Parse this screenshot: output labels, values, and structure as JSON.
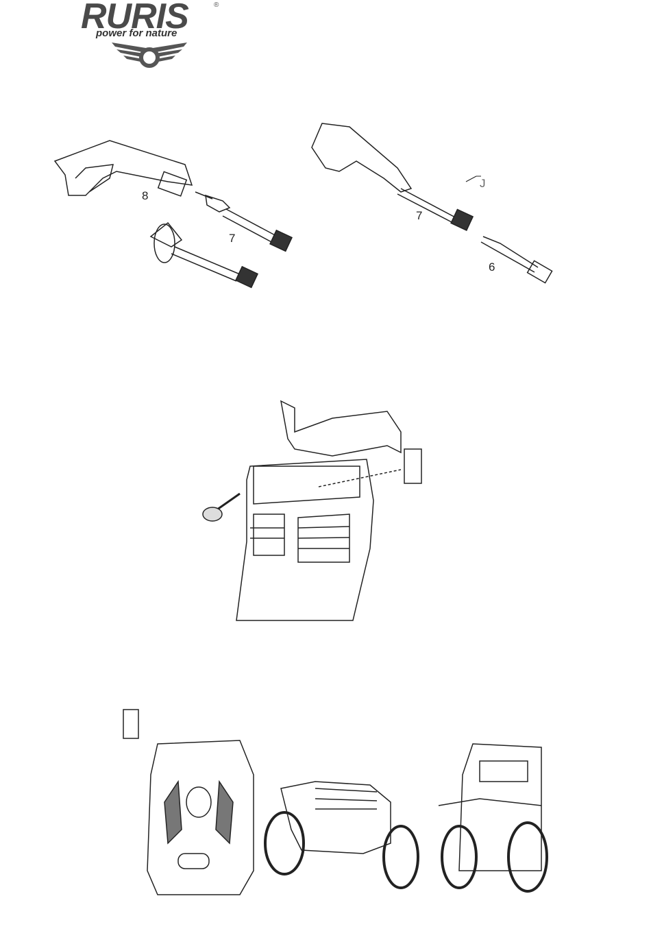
{
  "logo": {
    "brand": "RURIS",
    "registered": "®",
    "tagline": "power for nature"
  },
  "figure1": {
    "labels": {
      "gun": "8",
      "lance": "7"
    }
  },
  "figure2": {
    "labels": {
      "lance": "7",
      "part": "J",
      "nozzle": "6"
    }
  },
  "figure3": {},
  "figure4": {}
}
